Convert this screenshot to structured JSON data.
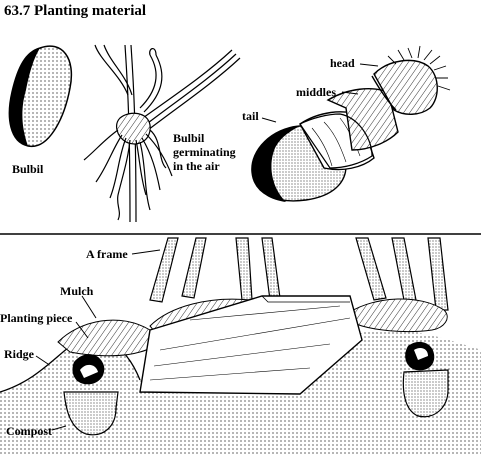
{
  "title": "63.7 Planting material",
  "top_panel": {
    "bulbil_label": "Bulbil",
    "germinating_label_line1": "Bulbil",
    "germinating_label_line2": "germinating",
    "germinating_label_line3": "in the air",
    "head_label": "head",
    "middles_label": "middles",
    "tail_label": "tail"
  },
  "bottom_panel": {
    "a_frame_label": "A frame",
    "mulch_label": "Mulch",
    "planting_piece_label": "Planting piece",
    "ridge_label": "Ridge",
    "compost_label": "Compost"
  }
}
